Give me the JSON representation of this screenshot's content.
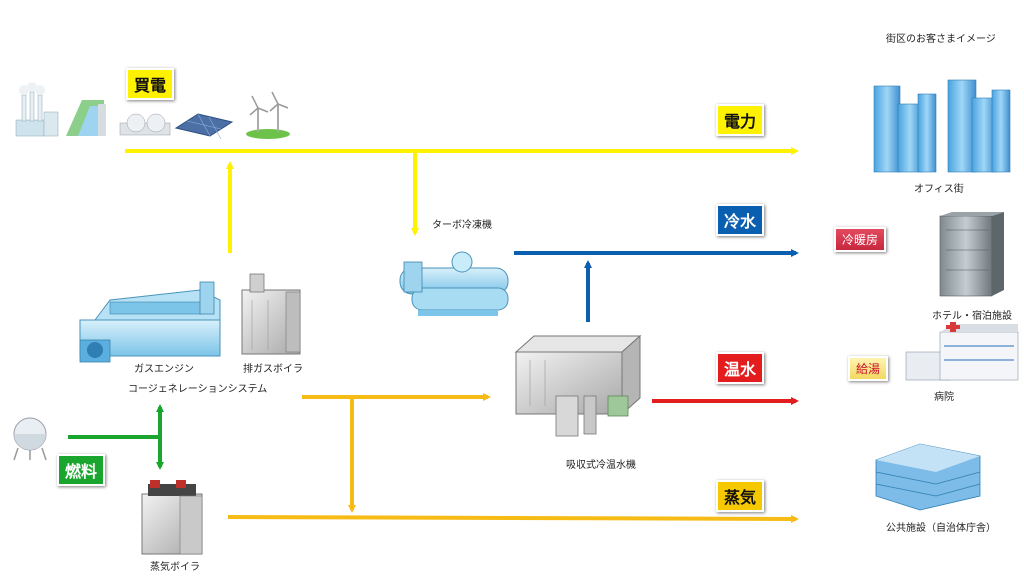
{
  "colors": {
    "power": "#fff200",
    "cold_water": "#0b5fb0",
    "hot_water": "#e31d1d",
    "steam": "#f6bb14",
    "fuel": "#1aa52f"
  },
  "district": {
    "title": "街区のお客さまイメージ",
    "consumers": {
      "office": "オフィス街",
      "hotel": "ホテル・宿泊施設",
      "hospital": "病院",
      "public": "公共施設（自治体庁舎）"
    }
  },
  "usage_tags": {
    "heating_cooling": "冷暖房",
    "hot_water_supply": "給湯"
  },
  "flow_tags": {
    "buy_power": "買電",
    "power": "電力",
    "cold_water": "冷水",
    "hot_water": "温水",
    "steam": "蒸気",
    "fuel": "燃料"
  },
  "equipment": {
    "turbo_chiller": "ターボ冷凍機",
    "gas_engine": "ガスエンジン",
    "exhaust_boiler": "排ガスボイラ",
    "cogeneration": "コージェネレーションシステム",
    "absorption_chiller": "吸収式冷温水機",
    "steam_boiler": "蒸気ボイラ"
  }
}
